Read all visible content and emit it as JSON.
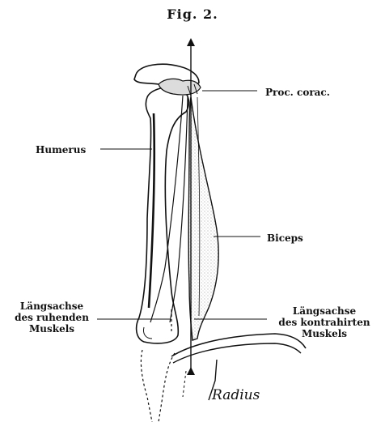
{
  "figure": {
    "title": "Fig. 2."
  },
  "labels": {
    "proc_corac": "Proc. corac.",
    "humerus": "Humerus",
    "biceps": "Biceps",
    "resting_axis": [
      "Längsachse",
      "des ruhenden",
      "Muskels"
    ],
    "contracted_axis": [
      "Längsachse",
      "des kontrahirten",
      "Muskels"
    ],
    "radius": "Radius"
  },
  "colors": {
    "ink": "#111111",
    "paper": "#ffffff",
    "shade": "#e6e6e6"
  }
}
